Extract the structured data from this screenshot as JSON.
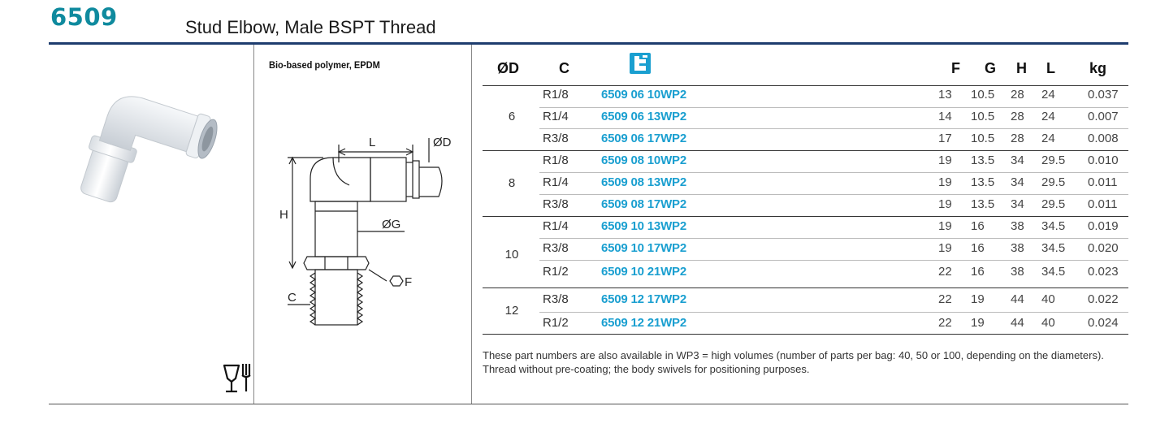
{
  "header": {
    "code": "6509",
    "title": "Stud Elbow, Male BSPT Thread"
  },
  "material": "Bio-based polymer, EPDM",
  "drawing_labels": {
    "l": "L",
    "od": "ØD",
    "h": "H",
    "og": "ØG",
    "f": "F",
    "c": "C"
  },
  "table": {
    "headers": {
      "od": "ØD",
      "c": "C",
      "f": "F",
      "g": "G",
      "h": "H",
      "l": "L",
      "kg": "kg"
    },
    "groups": [
      {
        "od": "6",
        "rows": [
          {
            "c": "R1/8",
            "pn": "6509 06 10WP2",
            "f": "13",
            "g": "10.5",
            "h": "28",
            "l": "24",
            "kg": "0.037"
          },
          {
            "c": "R1/4",
            "pn": "6509 06 13WP2",
            "f": "14",
            "g": "10.5",
            "h": "28",
            "l": "24",
            "kg": "0.007"
          },
          {
            "c": "R3/8",
            "pn": "6509 06 17WP2",
            "f": "17",
            "g": "10.5",
            "h": "28",
            "l": "24",
            "kg": "0.008"
          }
        ]
      },
      {
        "od": "8",
        "rows": [
          {
            "c": "R1/8",
            "pn": "6509 08 10WP2",
            "f": "19",
            "g": "13.5",
            "h": "34",
            "l": "29.5",
            "kg": "0.010"
          },
          {
            "c": "R1/4",
            "pn": "6509 08 13WP2",
            "f": "19",
            "g": "13.5",
            "h": "34",
            "l": "29.5",
            "kg": "0.011"
          },
          {
            "c": "R3/8",
            "pn": "6509 08 17WP2",
            "f": "19",
            "g": "13.5",
            "h": "34",
            "l": "29.5",
            "kg": "0.011"
          }
        ]
      },
      {
        "od": "10",
        "rows": [
          {
            "c": "R1/4",
            "pn": "6509 10 13WP2",
            "f": "19",
            "g": "16",
            "h": "38",
            "l": "34.5",
            "kg": "0.019"
          },
          {
            "c": "R3/8",
            "pn": "6509 10 17WP2",
            "f": "19",
            "g": "16",
            "h": "38",
            "l": "34.5",
            "kg": "0.020"
          },
          {
            "c": "R1/2",
            "pn": "6509 10 21WP2",
            "f": "22",
            "g": "16",
            "h": "38",
            "l": "34.5",
            "kg": "0.023"
          }
        ]
      },
      {
        "od": "12",
        "rows": [
          {
            "c": "R3/8",
            "pn": "6509 12 17WP2",
            "f": "22",
            "g": "19",
            "h": "44",
            "l": "40",
            "kg": "0.022"
          },
          {
            "c": "R1/2",
            "pn": "6509 12 21WP2",
            "f": "22",
            "g": "19",
            "h": "44",
            "l": "40",
            "kg": "0.024"
          }
        ]
      }
    ]
  },
  "notes": {
    "line1": "These part numbers are also available in WP3 = high volumes (number of parts per bag: 40, 50 or 100, depending on the diameters).",
    "line2": "Thread without pre-coating; the body swivels for positioning purposes."
  },
  "colors": {
    "accent": "#0f8a9e",
    "part_number": "#1a9fd0",
    "rule": "#1d3c6e"
  },
  "icons": {
    "brand": "fitting-brand-icon",
    "food": "food-contact-icon"
  }
}
